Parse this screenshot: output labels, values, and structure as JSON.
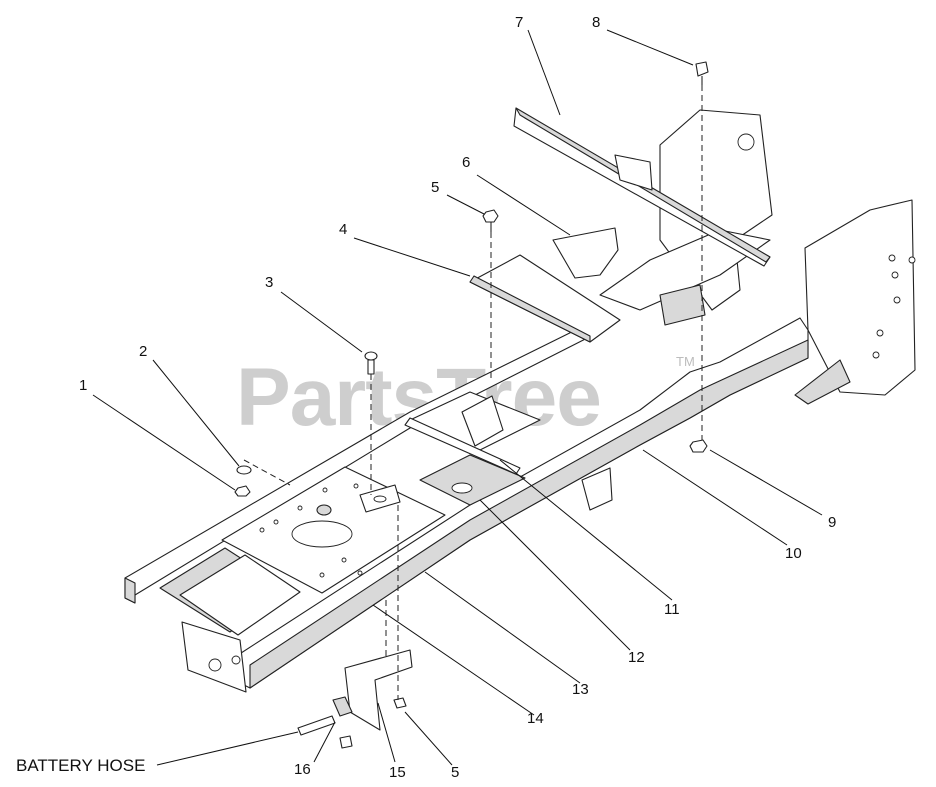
{
  "watermark": {
    "text": "PartsTree",
    "mark": "TM"
  },
  "callouts": [
    {
      "id": "c1",
      "number": "1"
    },
    {
      "id": "c2",
      "number": "2"
    },
    {
      "id": "c3",
      "number": "3"
    },
    {
      "id": "c4",
      "number": "4"
    },
    {
      "id": "c5a",
      "number": "5"
    },
    {
      "id": "c6",
      "number": "6"
    },
    {
      "id": "c7",
      "number": "7"
    },
    {
      "id": "c8",
      "number": "8"
    },
    {
      "id": "c9",
      "number": "9"
    },
    {
      "id": "c10",
      "number": "10"
    },
    {
      "id": "c11",
      "number": "11"
    },
    {
      "id": "c12",
      "number": "12"
    },
    {
      "id": "c13",
      "number": "13"
    },
    {
      "id": "c14",
      "number": "14"
    },
    {
      "id": "c15",
      "number": "15"
    },
    {
      "id": "c16",
      "number": "16"
    },
    {
      "id": "c5b",
      "number": "5"
    }
  ],
  "labels": {
    "battery_hose": "BATTERY HOSE"
  }
}
